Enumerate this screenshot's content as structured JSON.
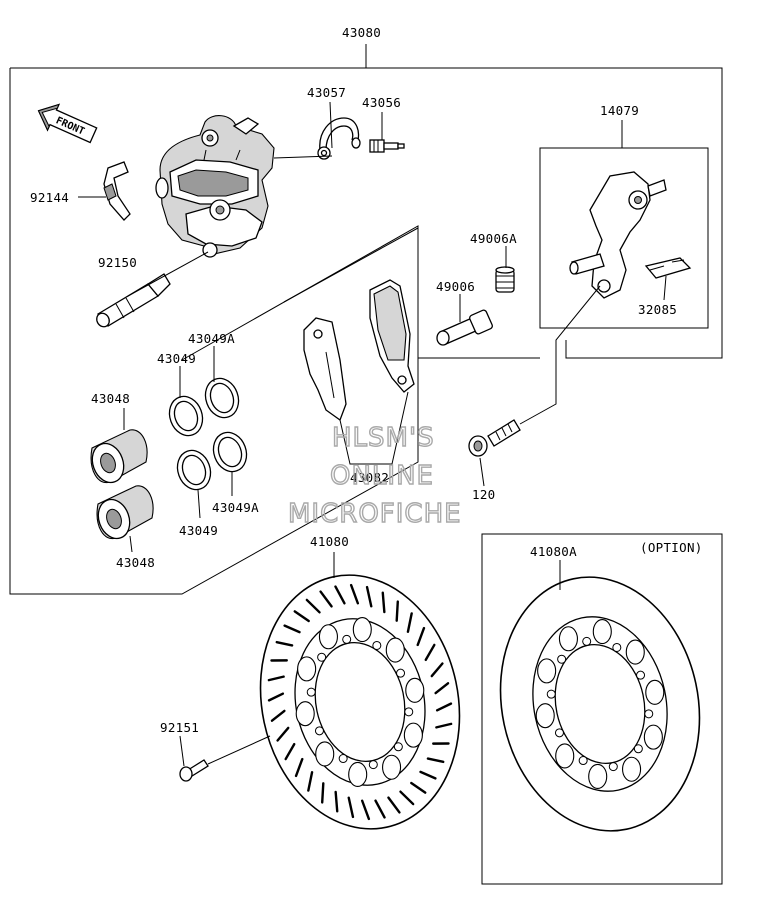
{
  "labels": {
    "assembly": "43080",
    "caliper_bracket": "14079",
    "bolt_43057": "43057",
    "bleeder_43056": "43056",
    "spring_92144": "92144",
    "pin_92150": "92150",
    "boot_49006a": "49006A",
    "pin_49006": "49006",
    "clip_32085": "32085",
    "seal_43049a_top": "43049A",
    "seal_43049_top": "43049",
    "piston_43048_top": "43048",
    "pads_43082": "43082",
    "bolt_120": "120",
    "seal_43049a_bottom": "43049A",
    "seal_43049_bottom": "43049",
    "piston_43048_bottom": "43048",
    "disc_41080": "41080",
    "disc_41080a": "41080A",
    "option": "(OPTION)",
    "bolt_92151": "92151"
  },
  "front_arrow": "FRONT",
  "watermark": {
    "line1": "HLSM'S",
    "line2": "ONLINE",
    "line3": "MICROFICHE"
  }
}
